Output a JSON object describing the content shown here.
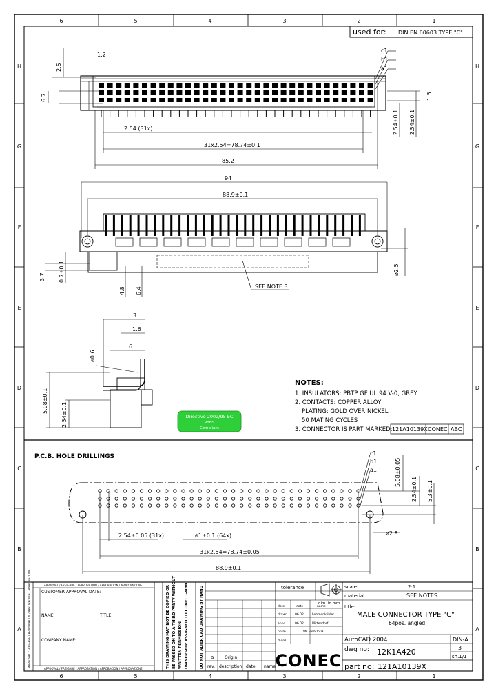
{
  "frame": {
    "columns": [
      "6",
      "5",
      "4",
      "3",
      "2",
      "1"
    ],
    "rows": [
      "H",
      "G",
      "F",
      "E",
      "D",
      "C",
      "B",
      "A"
    ]
  },
  "used_for": {
    "label": "used for:",
    "value": "DIN EN 60603 TYPE \"C\""
  },
  "front_view": {
    "dims": {
      "top_offset": "1.2",
      "pin_rows_gap": "2.5",
      "pin_depth": "6.7",
      "right_height": "1.5",
      "pitch_31": "2.54 (31x)",
      "span": "31x2.54=78.74±0.1",
      "overall": "85.2",
      "row_pitch": "2.54±0.1",
      "row_pitch_b": "2.54±0.1"
    },
    "row_labels": [
      "c1",
      "b1",
      "a1"
    ],
    "top_row_labels": [
      "c1",
      "b1",
      "a1"
    ]
  },
  "plan_view": {
    "dims": {
      "overall": "94",
      "mount_span": "88.9±0.1",
      "hole_dia": "ø2.5",
      "left_a": "3.7",
      "left_b": "0.7±0.1",
      "base_a": "4.8",
      "base_b": "6.4"
    },
    "see_note": "SEE NOTE 3"
  },
  "side_view": {
    "dims": {
      "top": "3",
      "mid": "1.6",
      "wire": "ø0.6",
      "body": "6",
      "height": "5.08±0.1",
      "foot": "2.54±0.1"
    }
  },
  "rohs": {
    "line1": "Directive 2002/95 EC",
    "line2": "RoHS",
    "line3": "Compliant"
  },
  "notes": {
    "title": "NOTES:",
    "items": [
      "1. INSULATORS: PBTP GF UL 94 V-0, GREY",
      "2. CONTACTS: COPPER ALLOY",
      "PLATING: GOLD OVER NICKEL",
      "50 MATING CYCLES",
      "3. CONNECTOR IS PART MARKED:"
    ],
    "marking": [
      "121A10139X",
      "CONEC",
      "ABC"
    ]
  },
  "pcb": {
    "title": "P.C.B. HOLE DRILLINGS",
    "dims": {
      "pitch": "2.54±0.05 (31x)",
      "hole": "ø1±0.1 (64x)",
      "span": "31x2.54=78.74±0.05",
      "overall": "88.9±0.1",
      "mount_hole": "ø2.8",
      "v1": "5.08±0.05",
      "v2": "2.54±0.1",
      "v3": "5.3±0.1"
    },
    "row_labels": [
      "c1",
      "b1",
      "a1"
    ]
  },
  "title_block": {
    "approval_stamp_top": "APPROVAL / FREIGABE / APPROBATION / APROBACION / APPROVAZIONE",
    "customer_approval": "CUSTOMER APPROVAL DATE:",
    "name_label": "NAME:",
    "title_label": "TITLE:",
    "company_label": "COMPANY NAME:",
    "copyright_lines": [
      "THIS DRAWING MAY NOT BE COPIED OR",
      "BE PASSED ON TO A THIRD PARTY WITHOUT",
      "WRITTEN PERMISSION",
      "OWNERSHIP ASSIGNED TO CONEC GMBH",
      "DO NOT ALTER CAD DRAWING BY HAND"
    ],
    "tolerance": "tolerance",
    "units": "dim. in mm",
    "rev_row": {
      "rev": "a",
      "desc": "Origin"
    },
    "rev_headers": [
      "rev.",
      "description",
      "date",
      "name"
    ],
    "sign_rows": [
      {
        "role": "date",
        "date": "date",
        "name": "name"
      },
      {
        "role": "drawn",
        "date": "06.02.",
        "name": "Lehmenkühler"
      },
      {
        "role": "appd.",
        "date": "06.02.",
        "name": "Mittendorf"
      },
      {
        "role": "norm",
        "date": "DIN EN 60603",
        "name": ""
      },
      {
        "role": "d-ord",
        "date": "",
        "name": ""
      }
    ],
    "scale_label": "scale:",
    "scale_value": "2:1",
    "material_label": "material",
    "material_value": "SEE NOTES",
    "title_label2": "title:",
    "title_value": "MALE CONNECTOR TYPE \"C\"",
    "subtitle_value": "64pos. angled",
    "cad": "AutoCAD 2004",
    "size": "DIN-A",
    "size_value": "3",
    "sheet": "sh.1/1",
    "dwg_label": "dwg no:",
    "dwg_value": "12K1A420",
    "part_label": "part no:",
    "part_value": "121A10139X",
    "logo": "CONEC"
  }
}
